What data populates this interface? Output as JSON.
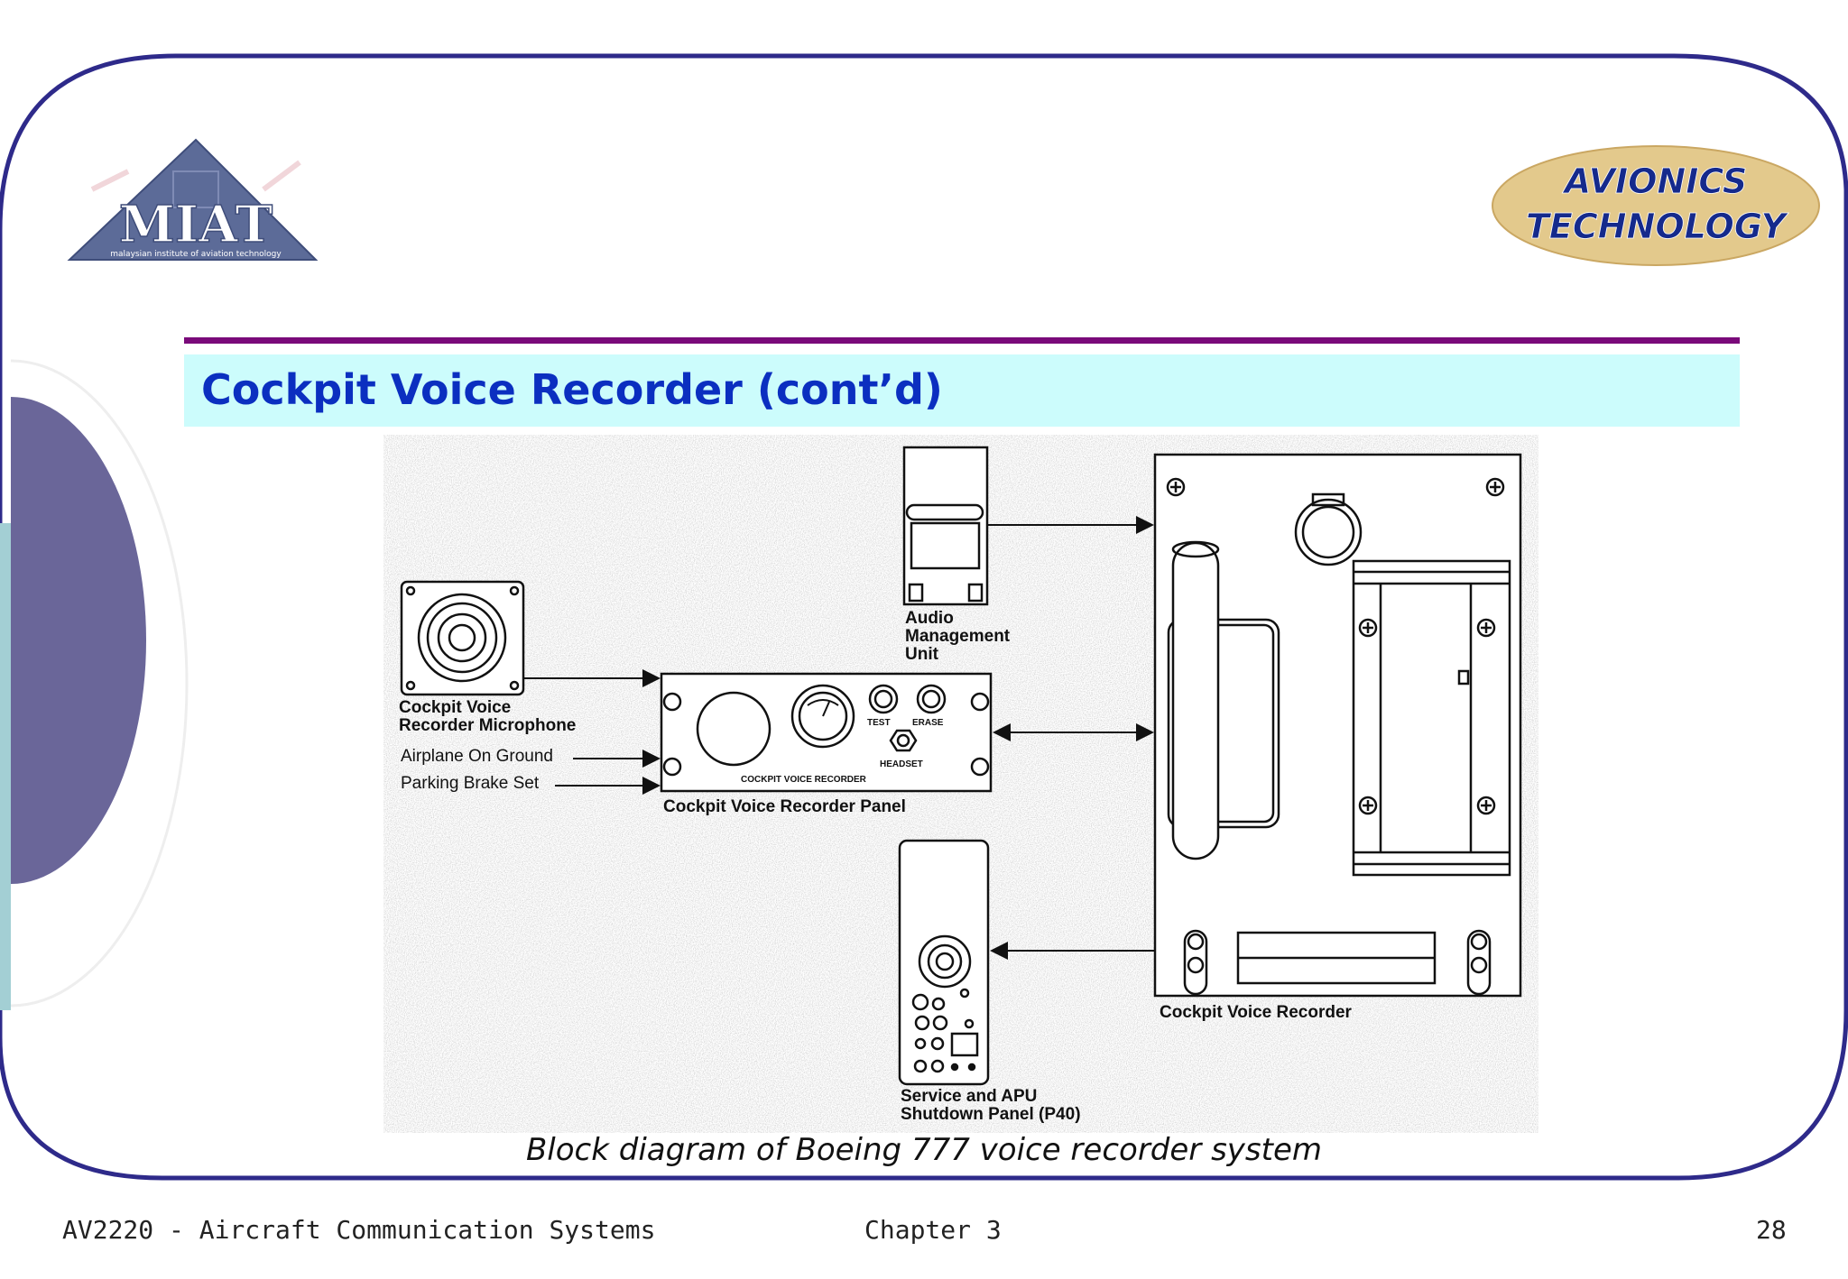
{
  "logo": {
    "text": "MIAT",
    "subtitle": "malaysian institute of aviation technology"
  },
  "badge": {
    "line1": "AVIONICS",
    "line2": "TECHNOLOGY"
  },
  "slide_title": "Cockpit Voice Recorder (cont’d)",
  "diagram": {
    "labels": {
      "microphone_1": "Cockpit Voice",
      "microphone_2": "Recorder Microphone",
      "input_ground": "Airplane On Ground",
      "input_brake": "Parking Brake Set",
      "amu_1": "Audio",
      "amu_2": "Management",
      "amu_3": "Unit",
      "panel": "Cockpit Voice Recorder Panel",
      "panel_test": "TEST",
      "panel_erase": "ERASE",
      "panel_headset": "HEADSET",
      "panel_name": "COCKPIT VOICE RECORDER",
      "recorder": "Cockpit Voice Recorder",
      "service_1": "Service and APU",
      "service_2": "Shutdown Panel (P40)"
    }
  },
  "caption": "Block diagram of Boeing 777 voice recorder system",
  "footer": {
    "course": "AV2220 - Aircraft Communication Systems",
    "chapter": "Chapter 3",
    "page": "28"
  },
  "colors": {
    "frame_border": "#2e2a8a",
    "title_text": "#0b2fc0",
    "title_rule": "#7a0a7a",
    "title_band": "#ccfcfc",
    "left_disc": "#6a6699",
    "left_strip": "#a3cfd4"
  }
}
